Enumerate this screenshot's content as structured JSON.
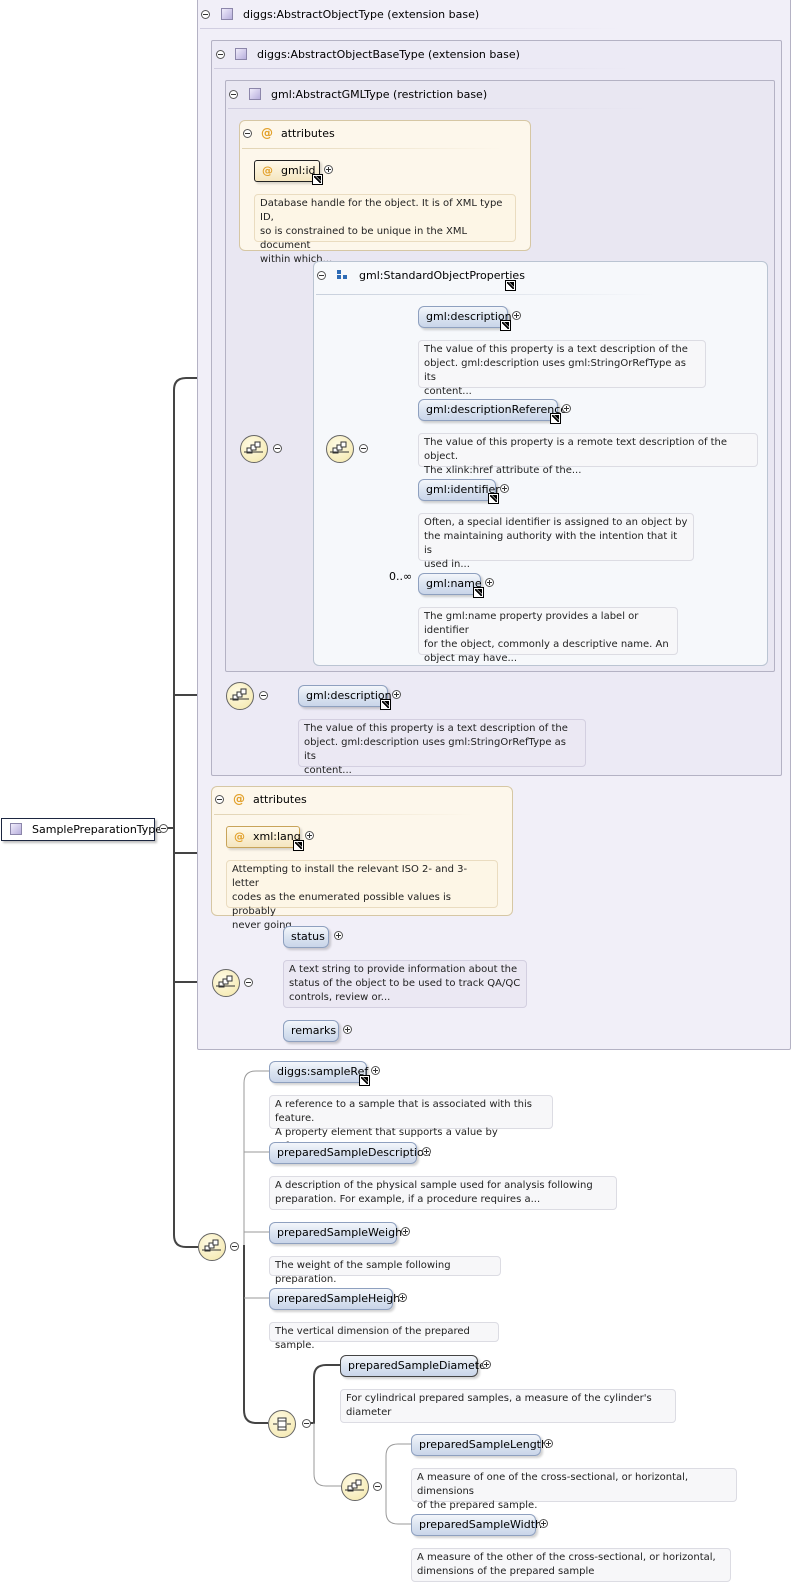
{
  "root": {
    "label": "SamplePreparationType"
  },
  "abstract_object": {
    "header": "diggs:AbstractObjectType (extension base)"
  },
  "abstract_object_base": {
    "header": "diggs:AbstractObjectBaseType (extension base)"
  },
  "abstract_gml": {
    "header": "gml:AbstractGMLType (restriction base)"
  },
  "gml_attributes": {
    "header": "attributes",
    "id_label": "gml:id",
    "id_doc": [
      "Database handle for the object. It is of XML type ID,",
      "so is constrained to be unique in the XML document",
      "within which..."
    ]
  },
  "standard_props": {
    "header": "gml:StandardObjectProperties",
    "items": [
      {
        "label": "gml:description",
        "doc": [
          "The value of this property is a text description of the",
          "object. gml:description uses gml:StringOrRefType as its",
          "content..."
        ]
      },
      {
        "label": "gml:descriptionReference",
        "doc": [
          "The value of this property is a remote text description of the object.",
          "The xlink:href attribute of the..."
        ]
      },
      {
        "label": "gml:identifier",
        "doc": [
          "Often, a special identifier is assigned to an object by",
          "the maintaining authority with the intention that it is",
          "used in..."
        ]
      },
      {
        "label": "gml:name",
        "cardinality": "0..∞",
        "doc": [
          "The gml:name property provides a label or identifier",
          "for the object, commonly a descriptive name. An",
          "object may have..."
        ]
      }
    ]
  },
  "base_description": {
    "label": "gml:description",
    "doc": [
      "The value of this property is a text description of the",
      "object. gml:description uses gml:StringOrRefType as its",
      "content..."
    ]
  },
  "diggs_attributes": {
    "header": "attributes",
    "lang_label": "xml:lang",
    "lang_doc": [
      "Attempting to install the relevant ISO 2- and 3-letter",
      "codes as the enumerated possible values is probably",
      "never going..."
    ]
  },
  "status": {
    "label": "status",
    "doc": [
      "A text string to provide information about the",
      "status of the object to be used to track QA/QC",
      "controls, review or..."
    ]
  },
  "remarks": {
    "label": "remarks"
  },
  "sample_ref": {
    "label": "diggs:sampleRef",
    "doc": [
      "A reference to a sample that is associated with this feature.",
      "A property element that supports a value by reference..."
    ]
  },
  "prepared_description": {
    "label": "preparedSampleDescription",
    "doc": [
      "A description of the physical sample used for analysis following",
      "preparation. For example, if a procedure requires a..."
    ]
  },
  "prepared_weight": {
    "label": "preparedSampleWeight",
    "doc": [
      "The weight of the sample following preparation."
    ]
  },
  "prepared_height": {
    "label": "preparedSampleHeight",
    "doc": [
      "The vertical dimension of the prepared sample."
    ]
  },
  "prepared_diameter": {
    "label": "preparedSampleDiameter",
    "doc": [
      "For cylindrical prepared samples, a measure of the cylinder's",
      "diameter"
    ]
  },
  "prepared_length": {
    "label": "preparedSampleLength",
    "doc": [
      "A measure of one of the cross-sectional, or horizontal, dimensions",
      "of the prepared sample."
    ]
  },
  "prepared_width": {
    "label": "preparedSampleWidth",
    "doc": [
      "A measure of the other of the cross-sectional, or horizontal,",
      "dimensions of the prepared sample"
    ]
  }
}
